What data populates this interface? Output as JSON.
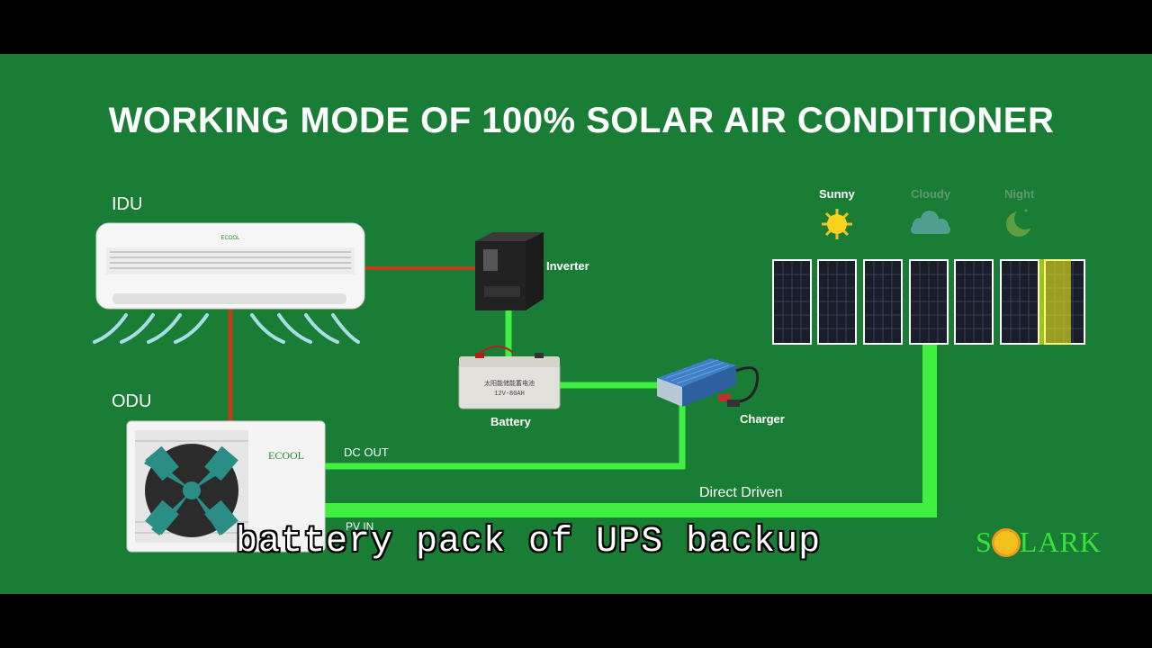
{
  "title": "WORKING MODE OF 100% SOLAR AIR CONDITIONER",
  "subtitle": "battery pack of UPS backup",
  "labels": {
    "idu": "IDU",
    "odu": "ODU",
    "inverter": "Inverter",
    "battery": "Battery",
    "charger": "Charger",
    "dc_out": "DC OUT",
    "pv_in": "PV IN",
    "direct_driven": "Direct Driven"
  },
  "weather": {
    "sunny": "Sunny",
    "cloudy": "Cloudy",
    "night": "Night",
    "active": "sunny"
  },
  "branding": {
    "indoor_unit_logo": "ECOOL",
    "outdoor_unit_logo": "ECOOL",
    "battery_label_line1": "太阳能储能蓄电池",
    "battery_label_line2": "12V-80AH",
    "company_logo_pre": "S",
    "company_logo_post": "LARK"
  },
  "solar_panels": {
    "count": 7,
    "highlighted_index": 6
  },
  "colors": {
    "background": "#197d35",
    "dc_line": "#40f040",
    "ac_line": "#c0401e",
    "panel_highlight": "#f2f21e",
    "logo_green": "#37e23b"
  }
}
